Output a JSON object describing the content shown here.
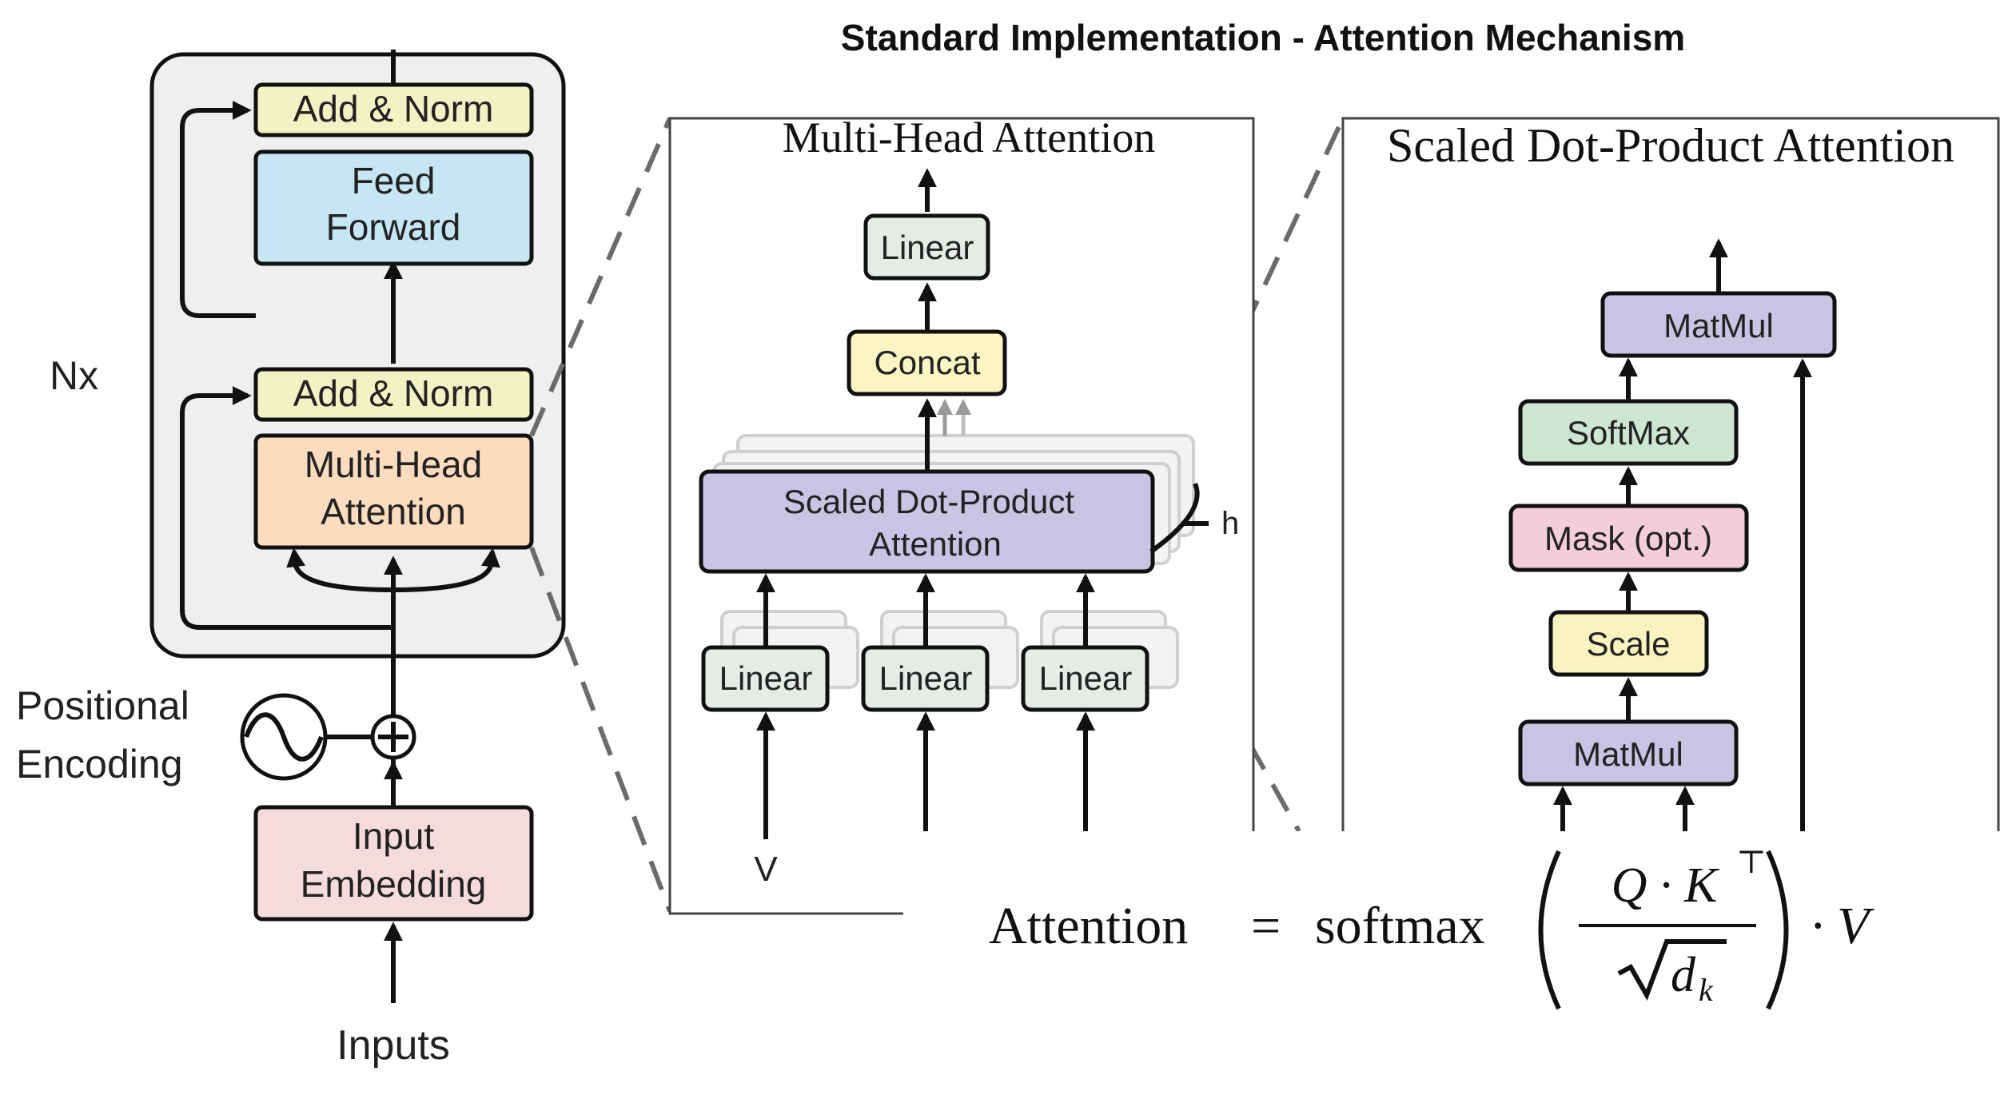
{
  "title": "Standard Implementation - Attention Mechanism",
  "encoder": {
    "repeat_label": "Nx",
    "add_norm_top": "Add & Norm",
    "feed_forward": [
      "Feed",
      "Forward"
    ],
    "add_norm_bottom": "Add & Norm",
    "multi_head": [
      "Multi-Head",
      "Attention"
    ],
    "positional": [
      "Positional",
      "Encoding"
    ],
    "input_embedding": [
      "Input",
      "Embedding"
    ],
    "inputs": "Inputs"
  },
  "multi_head_panel": {
    "title": "Multi-Head Attention",
    "linear_top": "Linear",
    "concat": "Concat",
    "sdpa": [
      "Scaled Dot-Product",
      "Attention"
    ],
    "h_label": "h",
    "linear_bottom": [
      "Linear",
      "Linear",
      "Linear"
    ],
    "v_label": "V"
  },
  "sdpa_panel": {
    "title": "Scaled Dot-Product Attention",
    "matmul_top": "MatMul",
    "softmax": "SoftMax",
    "mask": "Mask (opt.)",
    "scale": "Scale",
    "matmul_bottom": "MatMul"
  },
  "formula": {
    "lhs": "Attention",
    "equals": "=",
    "fn": "softmax",
    "numerator": "Q · K",
    "transpose": "⊤",
    "denominator": "d",
    "subscript": "k",
    "times": "· V"
  },
  "colors": {
    "add_norm": "#f2f3c4",
    "feed_forward": "#c7e6f4",
    "multi_head": "#fbdcbf",
    "input_embedding": "#f6dbdc",
    "linear": "#e5ebe5",
    "concat": "#fbf4c3",
    "sdpa": "#cbc3e3",
    "matmul": "#cbc3e3",
    "softmax": "#cde6d2",
    "mask": "#f3cddb",
    "scale": "#f8f3bf",
    "encoder_bg": "#efefef"
  }
}
